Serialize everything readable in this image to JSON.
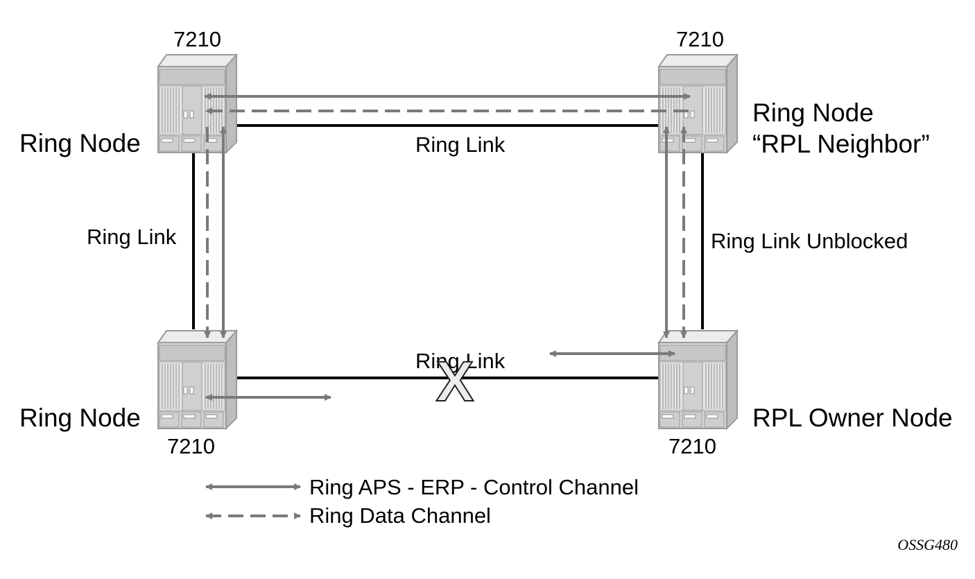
{
  "nodes": {
    "top_left": {
      "model": "7210",
      "role": "Ring Node"
    },
    "top_right": {
      "model": "7210",
      "role_line1": "Ring Node",
      "role_line2": "“RPL Neighbor”"
    },
    "bottom_left": {
      "model": "7210",
      "role": "Ring Node"
    },
    "bottom_right": {
      "model": "7210",
      "role": "RPL Owner Node"
    }
  },
  "links": {
    "top": "Ring Link",
    "left": "Ring Link",
    "right": "Ring Link Unblocked",
    "bottom": "Ring Link"
  },
  "failure_marker": "X",
  "legend": {
    "control": "Ring APS - ERP - Control Channel",
    "data": "Ring Data Channel"
  },
  "figure_id": "OSSG480",
  "colors": {
    "arrow": "#7a7a7a",
    "link": "#000000",
    "device_body": "#d9d9d9",
    "device_outline": "#9a9a9a"
  }
}
